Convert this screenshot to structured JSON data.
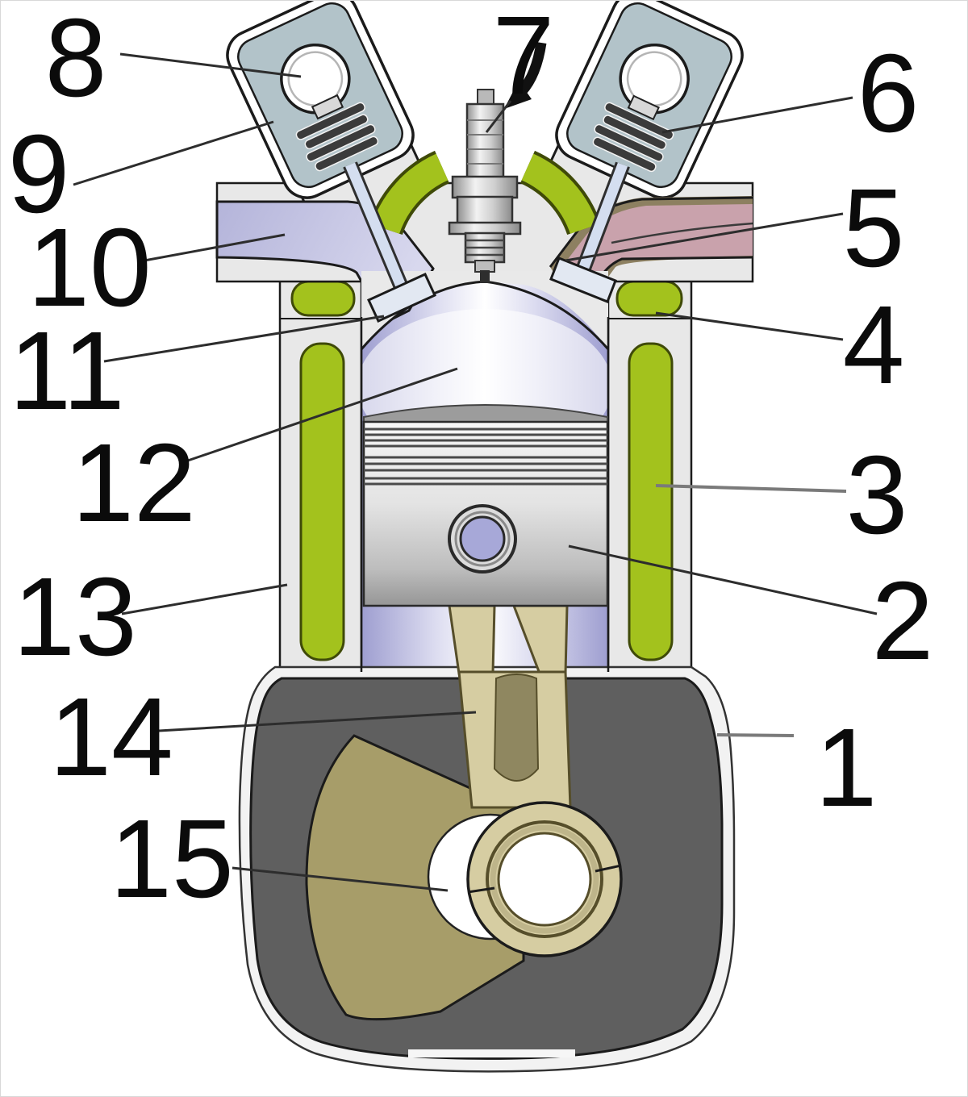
{
  "figure": {
    "type": "four-stroke-engine-cross-section",
    "label_count": 15
  },
  "labels": {
    "n1": {
      "text": "1"
    },
    "n2": {
      "text": "2"
    },
    "n3": {
      "text": "3"
    },
    "n4": {
      "text": "4"
    },
    "n5": {
      "text": "5"
    },
    "n6": {
      "text": "6"
    },
    "n7": {
      "text": "7"
    },
    "n8": {
      "text": "8"
    },
    "n9": {
      "text": "9"
    },
    "n10": {
      "text": "10"
    },
    "n11": {
      "text": "11"
    },
    "n12": {
      "text": "12"
    },
    "n13": {
      "text": "13"
    },
    "n14": {
      "text": "14"
    },
    "n15": {
      "text": "15"
    }
  },
  "colors": {
    "coolant_green": "#a3c21d",
    "coolant_outline": "#3f4a08",
    "intake_lavender": "#c3c3e5",
    "exhaust_pink": "#c9a2ac",
    "exhaust_brown": "#8d8061",
    "cam_box_blue": "#b2c3c9",
    "block_gray": "#e8e8e8",
    "crankcase_gray": "#5f5f5f",
    "rod_tan": "#d6cda2",
    "web_olive": "#a79d69",
    "piston_metal": "#d9d9d9",
    "pin_lavender": "#a7a8d8",
    "outline_dark": "#1b1b1b"
  }
}
